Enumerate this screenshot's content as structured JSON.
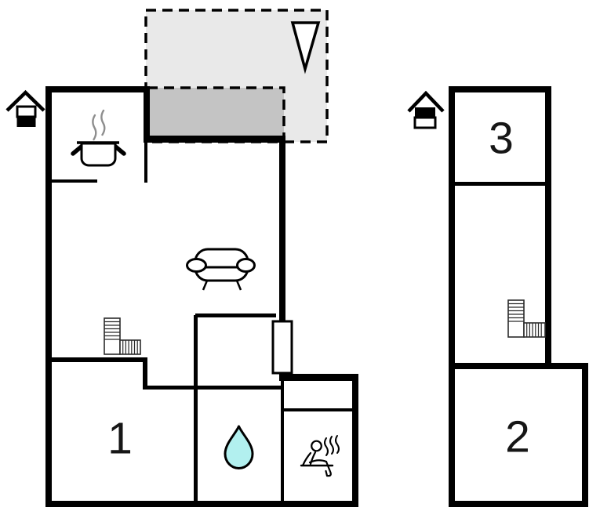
{
  "title": "holiday-home-floor-plan",
  "rooms": [
    {
      "id": "room-1",
      "label": "1",
      "floor": "ground"
    },
    {
      "id": "room-2",
      "label": "2",
      "floor": "upper"
    },
    {
      "id": "room-3",
      "label": "3",
      "floor": "upper"
    }
  ],
  "icons": [
    {
      "name": "house-ground-floor-icon",
      "meaning": "ground floor indicator"
    },
    {
      "name": "house-upper-floor-icon",
      "meaning": "upper floor indicator"
    },
    {
      "name": "north-arrow-icon",
      "meaning": "orientation arrow"
    },
    {
      "name": "cooking-pot-icon",
      "meaning": "kitchen"
    },
    {
      "name": "sofa-icon",
      "meaning": "living room"
    },
    {
      "name": "staircase-ground-icon",
      "meaning": "stairs"
    },
    {
      "name": "staircase-upper-icon",
      "meaning": "stairs"
    },
    {
      "name": "water-drop-icon",
      "meaning": "bathroom"
    },
    {
      "name": "sauna-icon",
      "meaning": "sauna"
    }
  ],
  "areas": [
    {
      "name": "terrace-dashed-area",
      "style": "dashed outline"
    },
    {
      "name": "covered-terrace-area",
      "style": "dashed outline, darker fill"
    }
  ],
  "colors": {
    "wall": "#000000",
    "dashed_area_fill": "#e9e9e9",
    "covered_area_fill": "#c4c4c4",
    "water_drop_fill": "#b2f0ef",
    "steam": "#8e8e8e",
    "background": "#ffffff"
  }
}
